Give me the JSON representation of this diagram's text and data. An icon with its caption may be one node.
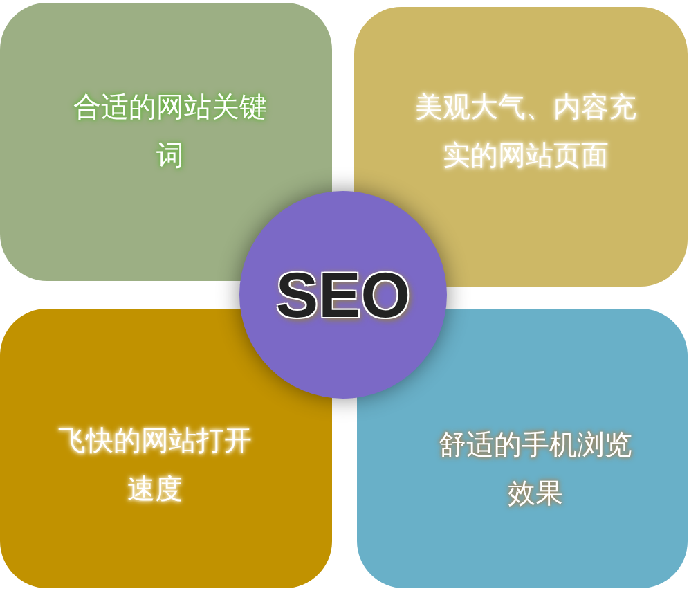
{
  "diagram": {
    "nodes": [
      {
        "text": [
          "合适的网站关键词"
        ]
      },
      {
        "text": [
          "美观大气、内容充实的网站页面"
        ]
      },
      {
        "text": [
          "SEO"
        ]
      },
      {
        "text": [
          "飞快的网站打开速度"
        ]
      },
      {
        "text": [
          "舒适的手机浏览效果"
        ]
      }
    ]
  }
}
